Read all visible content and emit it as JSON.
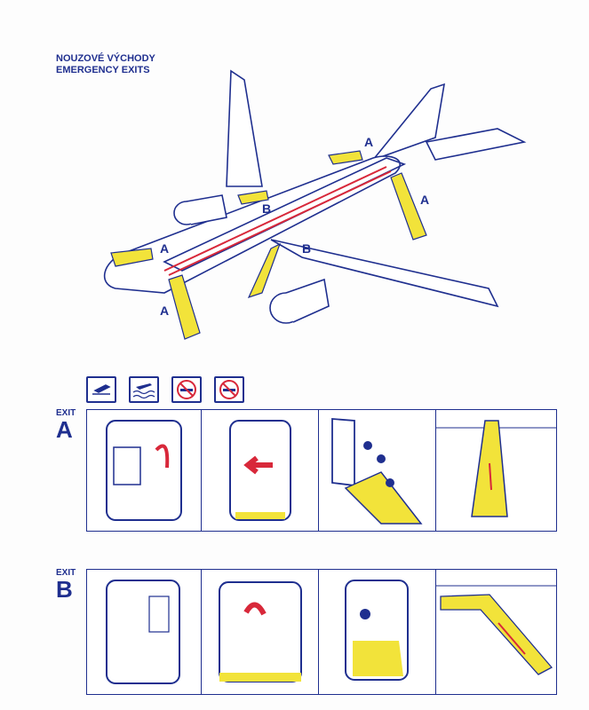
{
  "header": {
    "title_cz": "NOUZOVÉ VÝCHODY",
    "title_en": "EMERGENCY EXITS"
  },
  "diagram": {
    "exit_labels": [
      "A",
      "B",
      "B",
      "A",
      "A",
      "A"
    ]
  },
  "icons": [
    "landing-icon",
    "ditching-icon",
    "no-smoking-icon",
    "no-smoking-icon"
  ],
  "exits": [
    {
      "small": "EXIT",
      "letter": "A"
    },
    {
      "small": "EXIT",
      "letter": "B"
    }
  ],
  "colors": {
    "ink": "#1f2f8f",
    "yellow": "#f2e33a",
    "red": "#d8283a"
  }
}
